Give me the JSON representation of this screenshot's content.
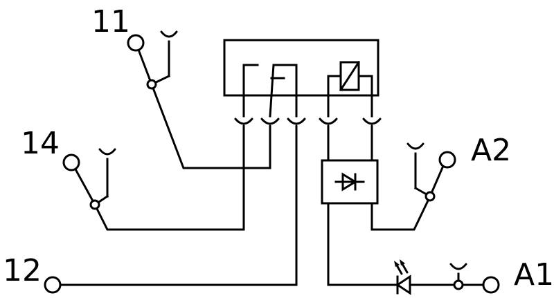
{
  "terminals": {
    "t11": "11",
    "t14": "14",
    "t12": "12",
    "a2": "A2",
    "a1": "A1"
  }
}
